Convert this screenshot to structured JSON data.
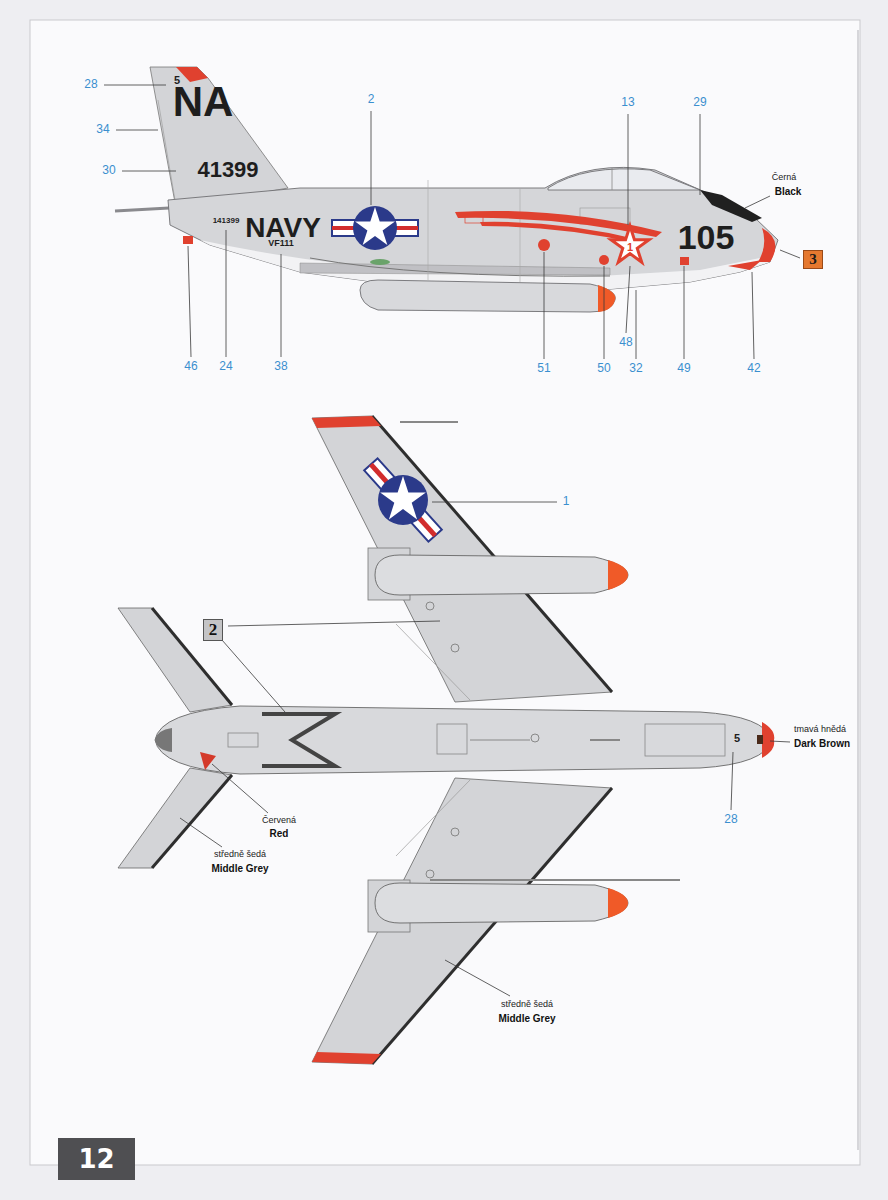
{
  "diagram": {
    "nodes": [
      {
        "text": [
          "3"
        ]
      },
      {
        "text": [
          "2"
        ]
      },
      {
        "text": [
          "12"
        ]
      }
    ],
    "labels": [
      "28",
      "34",
      "30",
      "2",
      "13",
      "29",
      "Černá",
      "Black",
      "46",
      "24",
      "38",
      "51",
      "50",
      "48",
      "32",
      "49",
      "42",
      "1",
      "tmavá hnědá",
      "Dark Brown",
      "Červená",
      "Red",
      "středně šedá",
      "Middle Grey",
      "28",
      "středně šedá",
      "Middle Grey",
      "NA",
      "5",
      "41399",
      "NAVY",
      "141399",
      "VF111",
      "105",
      "5",
      "1"
    ]
  }
}
